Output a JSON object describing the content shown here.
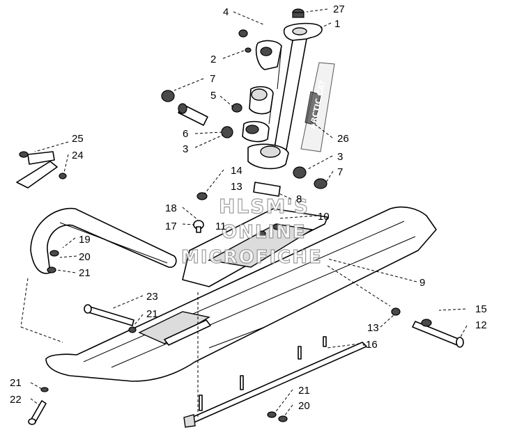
{
  "watermark": {
    "line1": "HLSM'S",
    "line2": "ONLINE",
    "line3": "MICROFICHE"
  },
  "callouts": [
    {
      "label": "4"
    },
    {
      "label": "27"
    },
    {
      "label": "1"
    },
    {
      "label": "2"
    },
    {
      "label": "7"
    },
    {
      "label": "5"
    },
    {
      "label": "6"
    },
    {
      "label": "3"
    },
    {
      "label": "26"
    },
    {
      "label": "3"
    },
    {
      "label": "7"
    },
    {
      "label": "25"
    },
    {
      "label": "24"
    },
    {
      "label": "14"
    },
    {
      "label": "13"
    },
    {
      "label": "8"
    },
    {
      "label": "18"
    },
    {
      "label": "10"
    },
    {
      "label": "17"
    },
    {
      "label": "11"
    },
    {
      "label": "19"
    },
    {
      "label": "20"
    },
    {
      "label": "21"
    },
    {
      "label": "9"
    },
    {
      "label": "23"
    },
    {
      "label": "21"
    },
    {
      "label": "15"
    },
    {
      "label": "13"
    },
    {
      "label": "12"
    },
    {
      "label": "-16"
    },
    {
      "label": "21"
    },
    {
      "label": "22"
    },
    {
      "label": "21"
    },
    {
      "label": "20"
    }
  ],
  "decal_text": "ARCTIC CAT"
}
